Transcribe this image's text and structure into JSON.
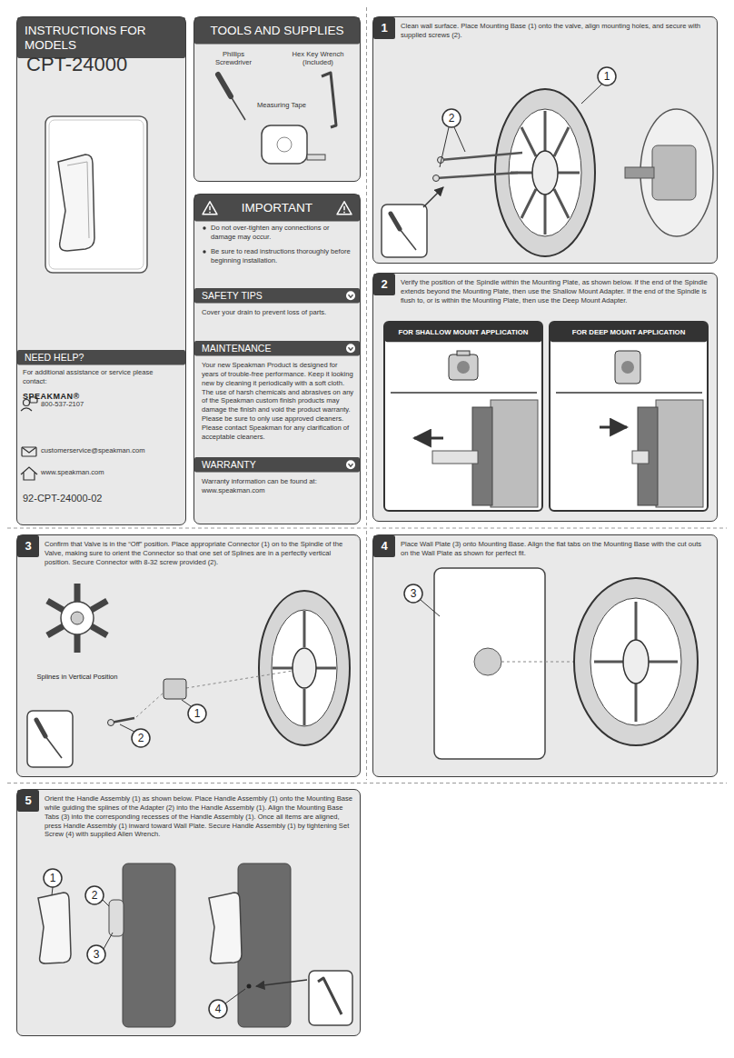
{
  "diagram": {
    "nodes": [
      {
        "text": [
          "INSTRUCTIONS FOR MODELS",
          "CPT-24000"
        ]
      },
      {
        "text": [
          "NEED HELP?",
          "For additional assistance or service please contact:",
          "SPEAKMAN®",
          "800-537-2107",
          "customerservice@speakman.com",
          "www.speakman.com",
          "92-CPT-24000-02"
        ],
        "in": 0
      },
      {
        "text": [
          "TOOLS AND SUPPLIES",
          "Phillips Screwdriver",
          "Hex Key Wrench (Included)",
          "Measuring Tape"
        ]
      },
      {
        "text": [
          "IMPORTANT",
          "Do not over-tighten any connections or damage may occur.",
          "Be sure to read instructions thoroughly before beginning installation."
        ]
      },
      {
        "text": [
          "SAFETY TIPS",
          "Cover your drain to prevent loss of parts."
        ],
        "in": 3
      },
      {
        "text": [
          "MAINTENANCE",
          "Your new Speakman Product is designed for years of trouble-free performance. Keep it looking new by cleaning it periodically with a soft cloth. The use of harsh chemicals and abrasives on any of the Speakman custom finish products may damage the finish and void the product warranty. Please be sure to only use approved cleaners. Please contact Speakman for any clarification of acceptable cleaners."
        ],
        "in": 3
      },
      {
        "text": [
          "WARRANTY",
          "Warranty information can be found at: www.speakman.com"
        ],
        "in": 3
      },
      {
        "text": [
          "1",
          "Clean wall surface. Place Mounting Base (1) onto the valve, align mounting holes, and secure with supplied screws (2)."
        ]
      },
      {
        "text": [
          "2",
          "Verify the position of the Spindle within the Mounting Plate, as shown below. If the end of the Spindle extends beyond the Mounting Plate, then use the Shallow Mount Adapter. If the end of the Spindle is flush to, or is within the Mounting Plate, then use the Deep Mount Adapter."
        ]
      },
      {
        "text": [
          "FOR SHALLOW MOUNT APPLICATION"
        ],
        "in": 8
      },
      {
        "text": [
          "FOR DEEP MOUNT APPLICATION"
        ],
        "in": 8
      },
      {
        "text": [
          "3",
          "Confirm that Valve is in the “Off” position. Place appropriate Connector (1) on to the Spindle of the Valve, making sure to orient the Connector so that one set of Splines are in a perfectly vertical position. Secure Connector with 8-32 screw provided (2)."
        ]
      },
      {
        "text": [
          "4",
          "Place Wall Plate (3) onto Mounting Base. Align the flat tabs on the Mounting Base with the cut outs on the Wall Plate as shown for perfect fit."
        ]
      },
      {
        "text": [
          "5",
          "Orient the Handle Assembly (1) as shown below. Place Handle Assembly (1) onto the Mounting Base while guiding the splines of the Adapter (2) into the Handle Assembly (1). Align the Mounting Base Tabs (3) into the corresponding recesses of the Handle Assembly (1). Once all items are aligned, press Handle Assembly (1) inward toward Wall Plate. Secure Handle Assembly (1) by tightening Set Screw (4) with supplied Allen Wrench."
        ]
      }
    ],
    "labels": [
      "1",
      "2",
      "Splines in Vertical Position",
      "1",
      "2",
      "3",
      "1",
      "2",
      "3",
      "4"
    ]
  }
}
